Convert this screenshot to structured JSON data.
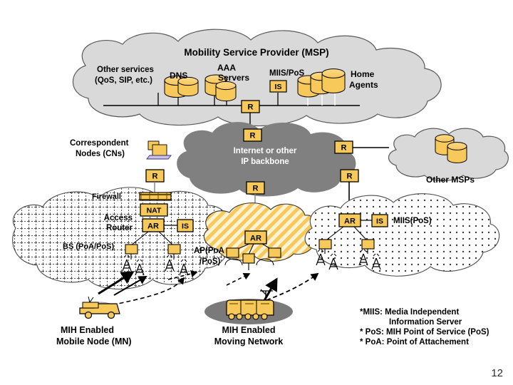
{
  "slide": {
    "page_number": "12",
    "palette": {
      "node_fill": "#F7C85A",
      "node_stroke": "#000000",
      "cloud_msp_fill": "#D9D9D9",
      "cloud_backbone_fill": "#808080",
      "cloud_access_fill": "#FFFFFF",
      "hatched_cloud_fill": "#F7C85A",
      "text": "#000000",
      "backbone_text": "#FFFFFF"
    }
  },
  "msp_cloud": {
    "title": "Mobility Service Provider (MSP)",
    "services": [
      {
        "name": "other-services",
        "label_line1": "Other services",
        "label_line2": "(QoS, SIP, etc.)"
      },
      {
        "name": "dns",
        "label_line1": "DNS",
        "label_line2": ""
      },
      {
        "name": "aaa-servers",
        "label_line1": "AAA",
        "label_line2": "Servers"
      },
      {
        "name": "miis-pos",
        "label_line1": "MIIS/PoS",
        "label_line2": ""
      },
      {
        "name": "home-agents",
        "label_line1": "Home",
        "label_line2": "Agents"
      }
    ],
    "is_box_label": "IS",
    "router_label": "R"
  },
  "backbone_cloud": {
    "label_line1": "Internet or other",
    "label_line2": "IP backbone",
    "routers": [
      {
        "name": "router-msp-downlink",
        "label": "R"
      },
      {
        "name": "router-backbone-top",
        "label": "R"
      },
      {
        "name": "router-other-msp",
        "label": "R"
      },
      {
        "name": "router-cn-access",
        "label": "R"
      },
      {
        "name": "router-backbone-bottom",
        "label": "R"
      },
      {
        "name": "router-right-access",
        "label": "R"
      }
    ]
  },
  "correspondent_nodes": {
    "label_line1": "Correspondent",
    "label_line2": "Nodes (CNs)"
  },
  "other_msps": {
    "label": "Other MSPs"
  },
  "left_access_network": {
    "firewall_label": "Firewall",
    "nat_label": "NAT",
    "access_router_line1": "Access",
    "access_router_line2": "Router",
    "ar_label": "AR",
    "is_label": "IS",
    "bs_label": "BS (PoA/PoS)"
  },
  "hatched_access_network": {
    "ar_label": "AR",
    "ap_label_line1": "AP(PoA",
    "ap_label_line2": "/PoS)"
  },
  "right_access_network": {
    "ar_label": "AR",
    "is_label": "IS",
    "miis_label": "MIIS(PoS)"
  },
  "mobile_node": {
    "label_line1": "MIH Enabled",
    "label_line2": "Mobile Node (MN)"
  },
  "moving_network": {
    "label_line1": "MIH Enabled",
    "label_line2": "Moving Network"
  },
  "legend": {
    "lines": [
      "*MIIS: Media Independent",
      "Information Server",
      "* PoS: MIH Point of Service (PoS)",
      "* PoA: Point of Attachement"
    ]
  }
}
